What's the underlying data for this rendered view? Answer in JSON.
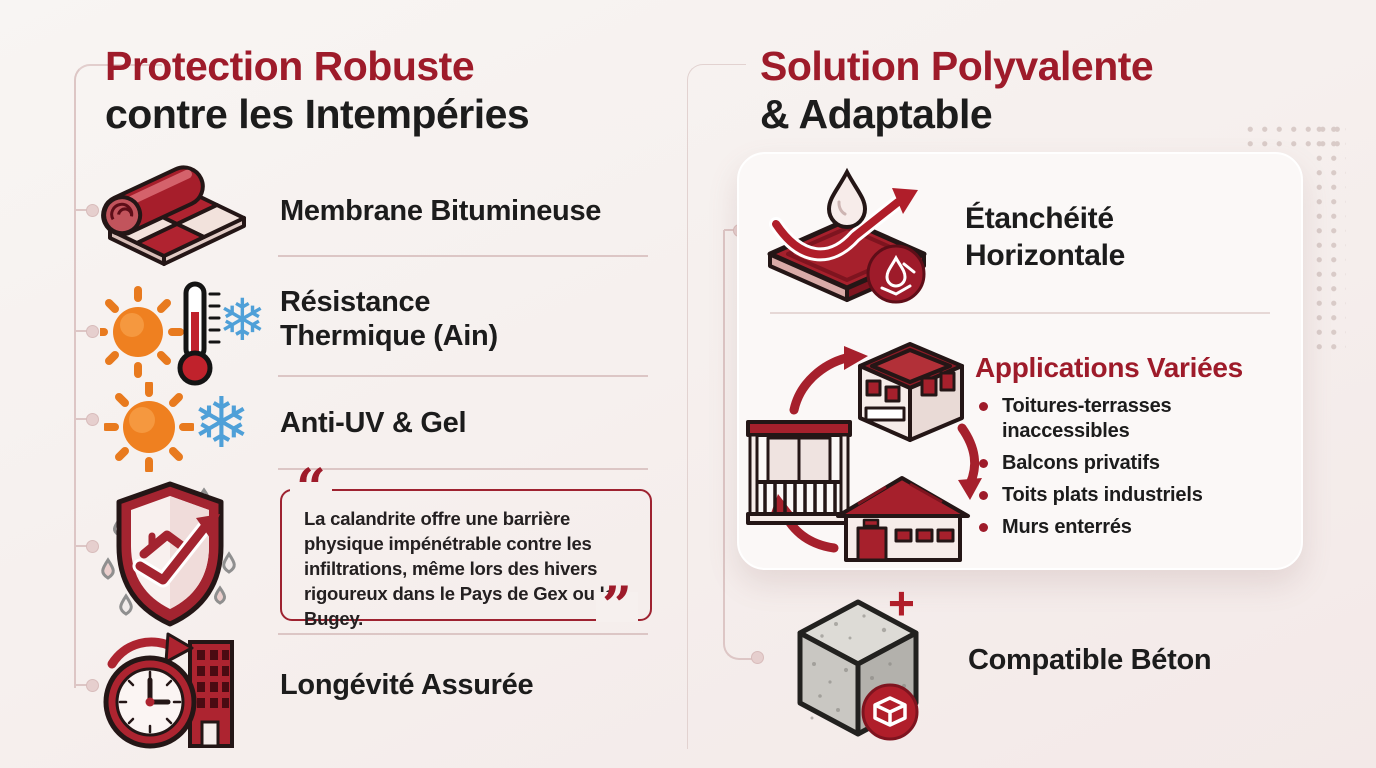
{
  "colors": {
    "accent_red": "#9e1b2a",
    "title_dark": "#1c1c1c",
    "background": "#f6f0ee",
    "card_bg": "#fbf8f7",
    "line": "#ddc6c5"
  },
  "glyphs": {
    "snowflake": "❄",
    "plus": "+",
    "quote_open": "“",
    "quote_close": "”"
  },
  "left": {
    "title_line1": "Protection Robuste",
    "title_line2": "contre les Intempéries",
    "items": [
      {
        "icon": "membrane-roll-icon",
        "label": "Membrane Bitumineuse"
      },
      {
        "icon": "sun-thermometer-snowflake-icon",
        "label_line1": "Résistance",
        "label_line2": "Thermique (Ain)"
      },
      {
        "icon": "sun-snowflake-icon",
        "label": "Anti-UV & Gel"
      },
      {
        "icon": "shield-droplets-icon",
        "quote": "La calandrite offre une barrière physique impénétrable contre les infiltrations, même lors des hivers rigoureux dans le Pays de Gex ou le Bugey."
      },
      {
        "icon": "clock-building-icon",
        "label": "Longévité Assurée"
      }
    ]
  },
  "right": {
    "title_line1": "Solution Polyvalente",
    "title_line2": "& Adaptable",
    "card": {
      "item1": {
        "icon": "waterproof-membrane-icon",
        "label_line1": "Étanchéité",
        "label_line2": "Horizontale"
      },
      "applications": {
        "icon": "buildings-cycle-icon",
        "heading": "Applications Variées",
        "bullets": [
          "Toitures-terrasses inaccessibles",
          "Balcons privatifs",
          "Toits plats industriels",
          "Murs enterrés"
        ]
      }
    },
    "bottom": {
      "icon": "concrete-cube-icon",
      "label": "Compatible Béton"
    }
  }
}
